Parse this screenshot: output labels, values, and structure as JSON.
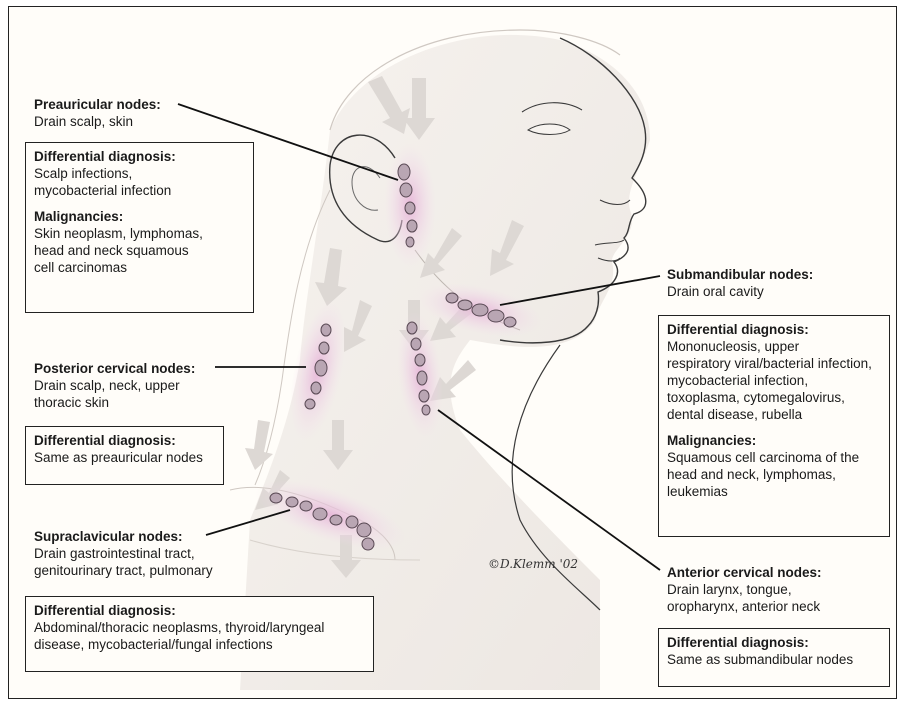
{
  "preauricular": {
    "title": "Preauricular nodes:",
    "drain": "Drain scalp, skin",
    "dd_title": "Differential diagnosis:",
    "dd_text": "Scalp infections,\nmycobacterial infection",
    "mal_title": "Malignancies:",
    "mal_text": "Skin neoplasm, lymphomas,\nhead and neck squamous\ncell carcinomas"
  },
  "posterior_cervical": {
    "title": "Posterior cervical nodes:",
    "drain": "Drain scalp, neck, upper\nthoracic skin",
    "dd_title": "Differential diagnosis:",
    "dd_text": "Same as preauricular nodes"
  },
  "supraclavicular": {
    "title": "Supraclavicular nodes:",
    "drain": "Drain gastrointestinal tract,\ngenitourinary tract, pulmonary",
    "dd_title": "Differential diagnosis:",
    "dd_text": "Abdominal/thoracic neoplasms, thyroid/laryngeal\ndisease, mycobacterial/fungal infections"
  },
  "submandibular": {
    "title": "Submandibular nodes:",
    "drain": "Drain oral cavity",
    "dd_title": "Differential diagnosis:",
    "dd_text": "Mononucleosis, upper\nrespiratory viral/bacterial infection,\nmycobacterial infection,\ntoxoplasma, cytomegalovirus,\ndental disease, rubella",
    "mal_title": "Malignancies:",
    "mal_text": "Squamous cell carcinoma of the\nhead and neck, lymphomas,\nleukemias"
  },
  "anterior_cervical": {
    "title": "Anterior cervical nodes:",
    "drain": "Drain larynx, tongue,\noropharynx, anterior neck",
    "dd_title": "Differential diagnosis:",
    "dd_text": "Same as submandibular nodes"
  },
  "signature": "©D.Klemm '02",
  "colors": {
    "node_fill": "#b9a6b3",
    "node_halo": "#e8c3dd",
    "arrow": "#ddd8d4",
    "outline": "#3a3a3a",
    "skin_shade": "#ece7e2"
  }
}
